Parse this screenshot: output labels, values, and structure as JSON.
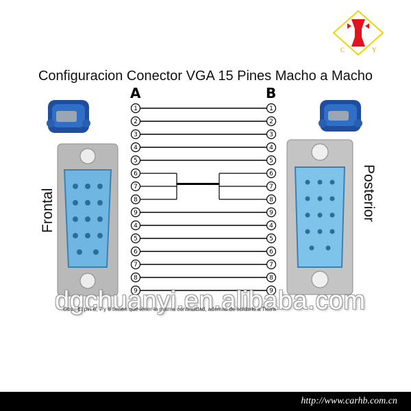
{
  "title": "Configuracion Conector VGA 15 Pines Macho a Macho",
  "side_a_label": "A",
  "side_b_label": "B",
  "front_label": "Frontal",
  "rear_label": "Posterior",
  "logo": {
    "letter_left": "C",
    "letter_right": "Y",
    "color_accent": "#e0141e",
    "color_frame": "#f2d400"
  },
  "left_pins": [
    "1",
    "2",
    "3",
    "4",
    "5",
    "6",
    "7",
    "8",
    "9",
    "4",
    "5",
    "6",
    "7",
    "8",
    "9"
  ],
  "right_pins": [
    "1",
    "2",
    "3",
    "4",
    "5",
    "6",
    "7",
    "8",
    "9",
    "4",
    "5",
    "6",
    "7",
    "8",
    "9"
  ],
  "note": "Obs.: El pin 6, 7 y 8 tienen que tener la misma continuidad, ademas de soldarlo a Tierra",
  "watermark": "dgchuanyi.en.alibaba.com",
  "footer_url": "http://www.carhb.com.cn",
  "colors": {
    "connector_blue": "#7ec4ea",
    "metal": "#b8b8b8",
    "footer_bg": "#000000"
  }
}
